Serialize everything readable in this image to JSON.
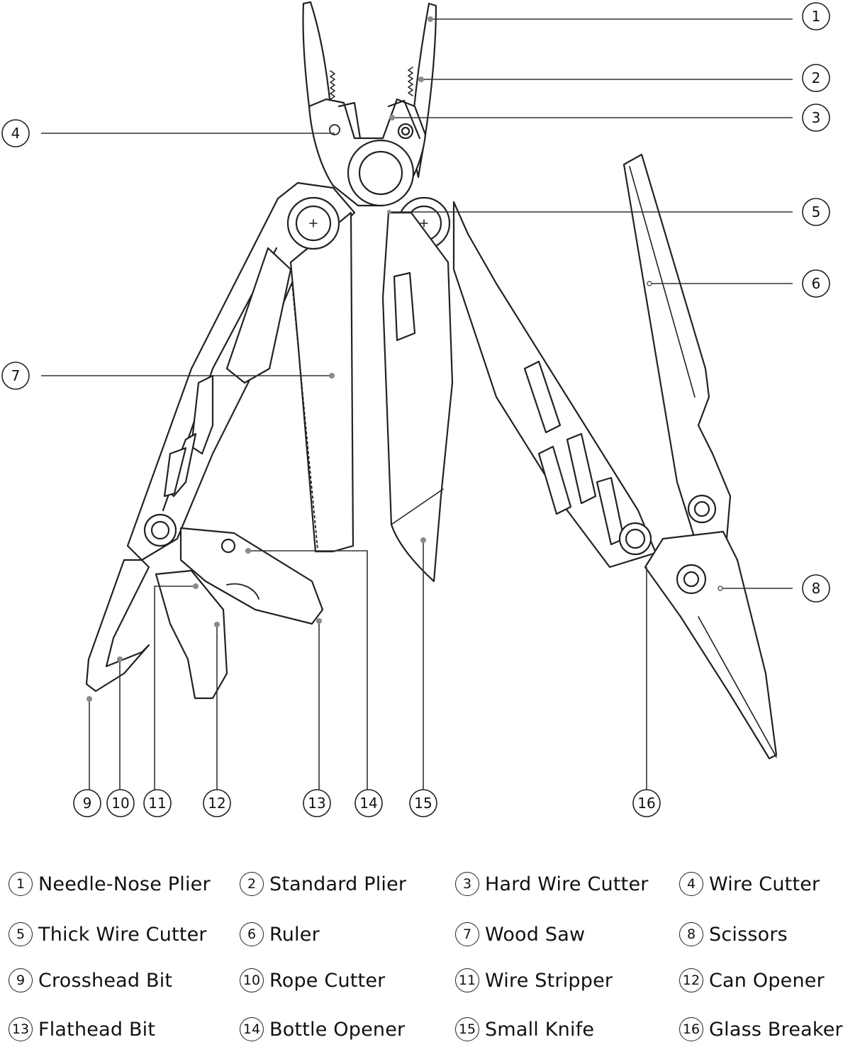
{
  "callouts": [
    {
      "num": "1"
    },
    {
      "num": "2"
    },
    {
      "num": "3"
    },
    {
      "num": "4"
    },
    {
      "num": "5"
    },
    {
      "num": "6"
    },
    {
      "num": "7"
    },
    {
      "num": "8"
    },
    {
      "num": "9"
    },
    {
      "num": "10"
    },
    {
      "num": "11"
    },
    {
      "num": "12"
    },
    {
      "num": "13"
    },
    {
      "num": "14"
    },
    {
      "num": "15"
    },
    {
      "num": "16"
    }
  ],
  "legend": [
    {
      "num": "1",
      "label": "Needle-Nose Plier"
    },
    {
      "num": "2",
      "label": "Standard Plier"
    },
    {
      "num": "3",
      "label": "Hard Wire Cutter"
    },
    {
      "num": "4",
      "label": "Wire Cutter"
    },
    {
      "num": "5",
      "label": "Thick Wire Cutter"
    },
    {
      "num": "6",
      "label": "Ruler"
    },
    {
      "num": "7",
      "label": "Wood Saw"
    },
    {
      "num": "8",
      "label": "Scissors"
    },
    {
      "num": "9",
      "label": "Crosshead Bit"
    },
    {
      "num": "10",
      "label": "Rope Cutter"
    },
    {
      "num": "11",
      "label": "Wire Stripper"
    },
    {
      "num": "12",
      "label": "Can Opener"
    },
    {
      "num": "13",
      "label": "Flathead Bit"
    },
    {
      "num": "14",
      "label": "Bottle Opener"
    },
    {
      "num": "15",
      "label": "Small Knife"
    },
    {
      "num": "16",
      "label": "Glass Breaker"
    }
  ]
}
